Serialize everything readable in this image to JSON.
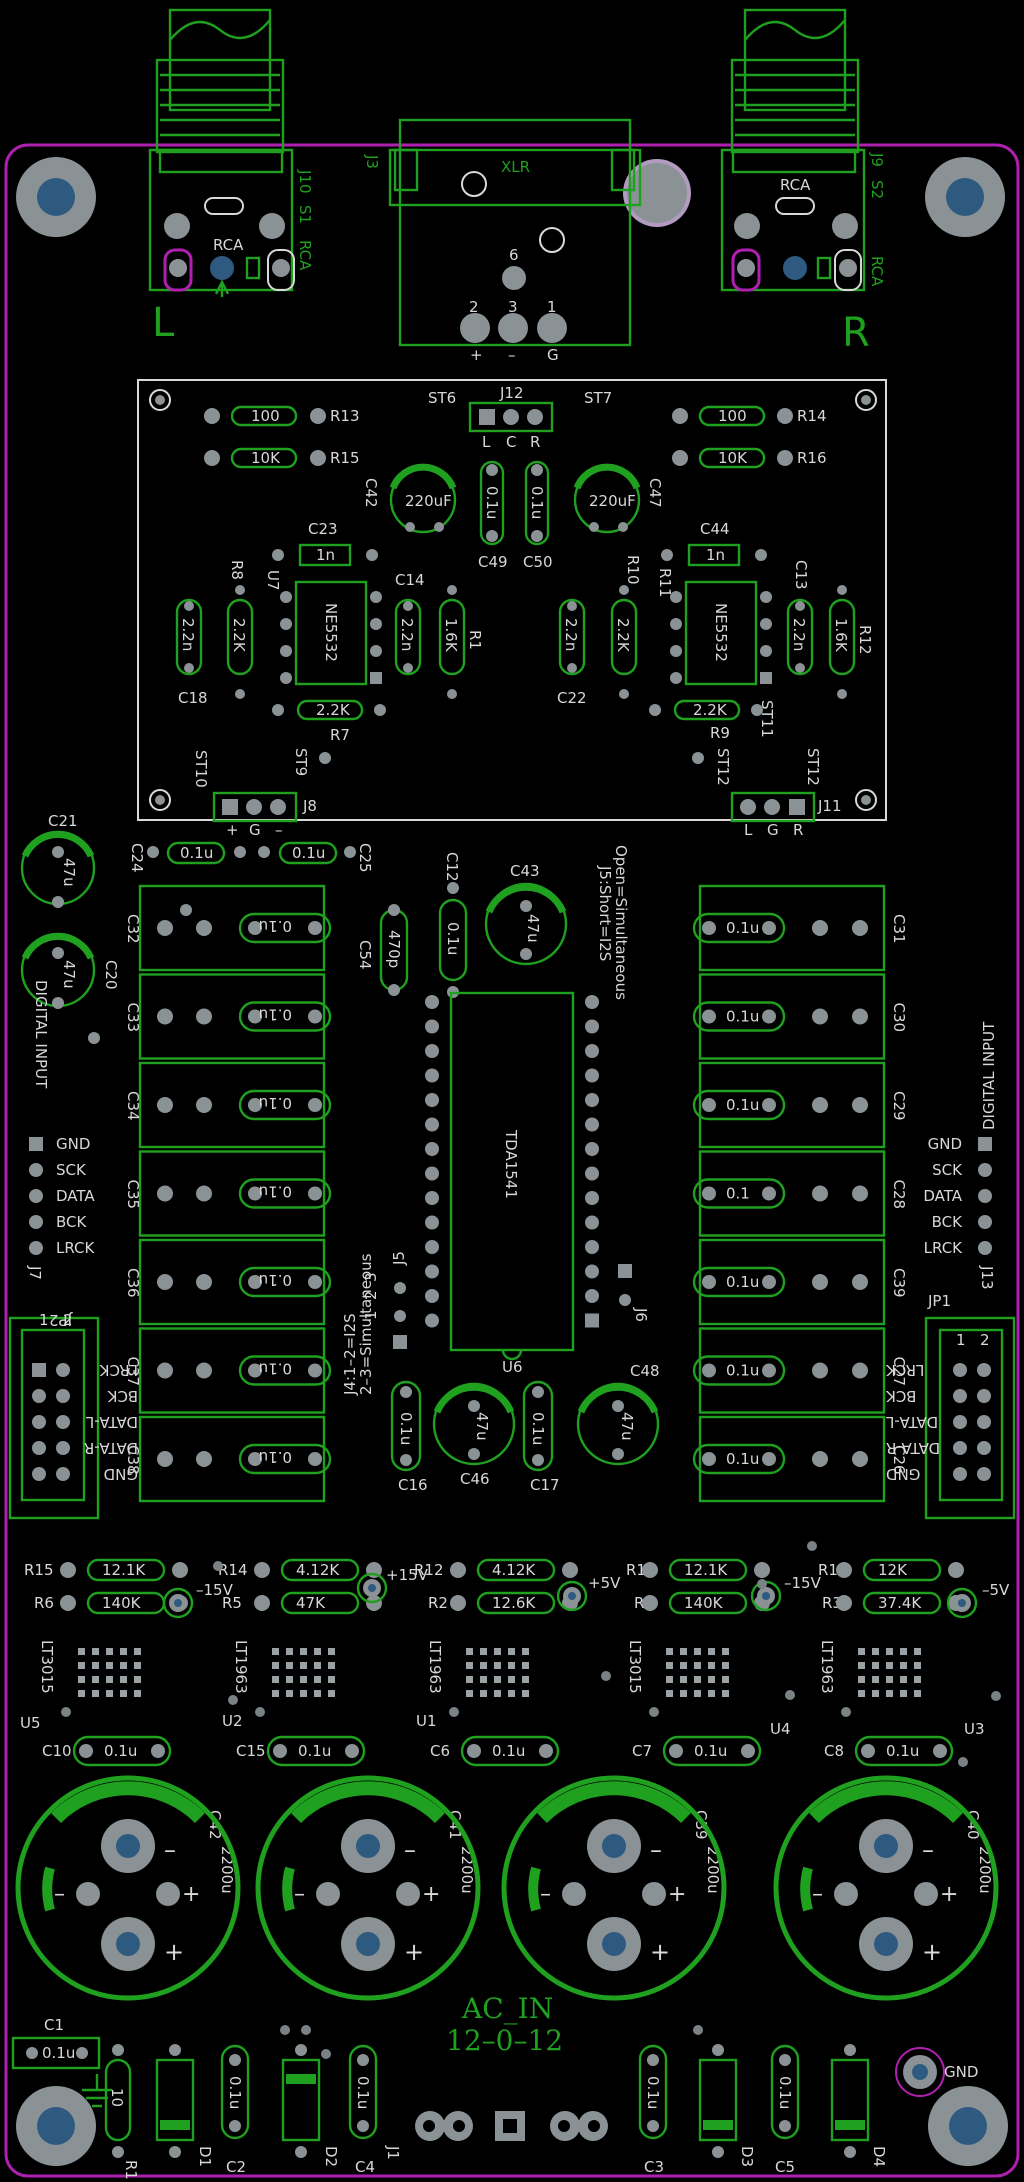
{
  "colors": {
    "background": "#000000",
    "silk": "#1fa01f",
    "edge": "#b020b0",
    "pad": "#8a9296",
    "via": "#7a8286",
    "hole": "#2f5a80",
    "white": "#d8d8d8"
  },
  "top": {
    "left_jack_label": "L",
    "right_jack_label": "R",
    "rca_left": "RCA",
    "rca_right": "RCA",
    "xlr_label": "XLR",
    "xlr_pins": [
      "2",
      "3",
      "1"
    ],
    "xlr_signs": [
      "+",
      "–",
      "G"
    ],
    "xlr_pin6": "6",
    "j10": "J10",
    "j9": "J9",
    "j3": "J3",
    "s1": "S1",
    "s2": "S2",
    "rca1": "RCA",
    "rca2": "RCA"
  },
  "module": {
    "st6": "ST6",
    "st7": "ST7",
    "j12": "J12",
    "j12_pins": [
      "L",
      "C",
      "R"
    ],
    "st10": "ST10",
    "st9": "ST9",
    "st11": "ST11",
    "st12": "ST12",
    "j8": "J8",
    "j8_signs": [
      "+",
      "G",
      "–"
    ],
    "j11": "J11",
    "j11_pins": [
      "L",
      "G",
      "R"
    ],
    "r13": "R13",
    "r13_val": "100",
    "r15": "R15",
    "r15_val": "10K",
    "r14": "R14",
    "r14_val": "100",
    "r16": "R16",
    "r16_val": "10K",
    "c42_val": "220uF",
    "c42": "C42",
    "c47_val": "220uF",
    "c47": "C47",
    "c49": "C49",
    "c49_val": "0.1u",
    "c50": "C50",
    "c50_val": "0.1u",
    "c23": "C23",
    "c23_val": "1n",
    "c44": "C44",
    "c44_val": "1n",
    "r8": "R8",
    "r8_val": "2.2K",
    "r10": "R10",
    "r10_val": "2.2K",
    "u7": "U7",
    "u7_val": "NE5532",
    "r11": "R11",
    "r11_val": "NE5532",
    "c14": "C14",
    "c14_val": "2.2n",
    "c13": "C13",
    "c13_val": "2.2n",
    "r1": "R1",
    "r1_val": "1.6K",
    "r12": "R12",
    "r12_val": "1.6K",
    "c18": "C18",
    "c18_val": "2.2n",
    "c22": "C22",
    "c22_val": "2.2n",
    "r7": "R7",
    "r7_val": "2.2K",
    "r9": "R9",
    "r9_val": "2.2K"
  },
  "mid": {
    "c21": "C21",
    "c21_val": "47u",
    "c20": "C20",
    "c20_val": "47u",
    "c24": "C24",
    "c24_val": "0.1u",
    "c25": "C25",
    "c25_val": "0.1u",
    "c12": "C12",
    "c12_val": "0.1u",
    "c43": "C43",
    "c43_val": "47u",
    "c54": "C54",
    "c54_val": "470p",
    "u6": "U6",
    "u6_val": "TDA1541",
    "j6": "J6",
    "j5": "J5",
    "j5_note1": "J5:Short=I2S",
    "j5_note2": "Open=Simultaneous",
    "j4_note1": "J4:1–2=I2S",
    "j4_note2": "2–3=Simultaneous",
    "j4_pins": [
      "1",
      "2",
      "3"
    ],
    "c16": "C16",
    "c16_val": "0.1u",
    "c46": "C46",
    "c46_val": "47u",
    "c17": "C17",
    "c17_val": "0.1u",
    "c48": "C48",
    "c48_val": "47u",
    "left_caps": [
      "C32",
      "C33",
      "C34",
      "C35",
      "C36",
      "C37",
      "C38"
    ],
    "left_caps_val": [
      "0.1u",
      "0.1u",
      "0.1u",
      "0.1u",
      "0.1u",
      "0.1u",
      "0.1u"
    ],
    "right_caps": [
      "C31",
      "C30",
      "C29",
      "C28",
      "C39",
      "C27",
      "C26"
    ],
    "right_caps_val": [
      "0.1u",
      "0.1u",
      "0.1u",
      "0.1",
      "0.1u",
      "0.1u",
      "0.1u"
    ],
    "digital_input_left": "DIGITAL INPUT",
    "digital_input_right": "DIGITAL INPUT",
    "j7": "J7",
    "j13": "J13",
    "j7_pins": [
      "GND",
      "SCK",
      "DATA",
      "BCK",
      "LRCK"
    ],
    "j13_pins": [
      "GND",
      "SCK",
      "DATA",
      "BCK",
      "LRCK"
    ],
    "jp2": "JP2",
    "jp1": "JP1",
    "jp_header_num": [
      "1",
      "2"
    ],
    "jp2_pins": [
      "LRCK",
      "BCK",
      "DATA-L",
      "DATA-R",
      "GND"
    ],
    "jp1_pins": [
      "LRCK",
      "BCK",
      "DATA-L",
      "DATA-R",
      "GND"
    ]
  },
  "psu": {
    "r15": "R15",
    "r15_val": "12.1K",
    "r6": "R6",
    "r6_val": "140K",
    "r14": "R14",
    "r14_val": "4.12K",
    "r5": "R5",
    "r5_val": "47K",
    "r12": "R12",
    "r12_val": "4.12K",
    "r2": "R2",
    "r2_val": "12.6K",
    "r13": "R13",
    "r13_val": "12.1K",
    "r4": "R4",
    "r4_val": "140K",
    "r11": "R11",
    "r11_val": "12K",
    "r3": "R3",
    "r3_val": "37.4K",
    "v1": "–15V",
    "v2": "+15V",
    "v3": "+5V",
    "v4": "–15V",
    "v5": "–5V",
    "lt_left": [
      "LT3015",
      "LT1963",
      "LT1963",
      "LT3015",
      "LT1963"
    ],
    "u_labels": [
      "U5",
      "U2",
      "U1",
      "U4",
      "U3"
    ],
    "c_small": [
      "C10",
      "C15",
      "C6",
      "C7",
      "C8"
    ],
    "c_small_val": [
      "0.1u",
      "0.1u",
      "0.1u",
      "0.1u",
      "0.1u"
    ],
    "big_caps": [
      "C42",
      "C41",
      "C39",
      "C40"
    ],
    "big_caps_val": [
      "2200u",
      "2200u",
      "2200u",
      "2200u"
    ]
  },
  "bottom": {
    "ac_in": "AC_IN",
    "ac_voltage": "12–0–12",
    "c1": "C1",
    "c1_val": "0.1u",
    "r1": "R1",
    "r1_val": "10",
    "d1": "D1",
    "d2": "D2",
    "d3": "D3",
    "d4": "D4",
    "c2": "C2",
    "c2_val": "0.1u",
    "c4": "C4",
    "c4_val": "0.1u",
    "j1": "J1",
    "c3": "C3",
    "c3_val": "0.1u",
    "c5": "C5",
    "c5_val": "0.1u",
    "gnd": "GND"
  }
}
